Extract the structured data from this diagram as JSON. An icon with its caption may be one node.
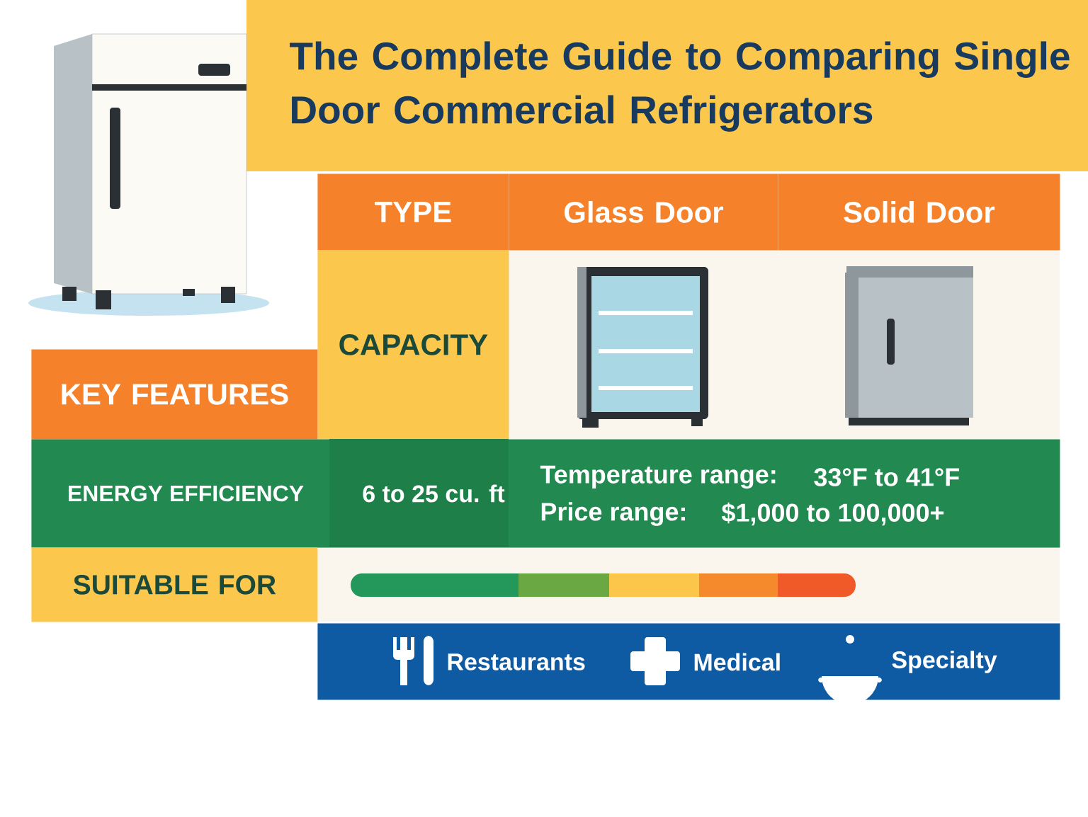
{
  "diagram": {
    "title": "The Complete Guide to Comparing Single Door Commercial Refrigerators",
    "nodes": [
      {
        "text": [
          "TYPE"
        ]
      },
      {
        "text": [
          "Glass Door"
        ]
      },
      {
        "text": [
          "Solid Door"
        ]
      },
      {
        "text": [
          "CAPACITY"
        ]
      },
      {
        "text": [
          "KEY FEATURES"
        ]
      },
      {
        "text": [
          "ENERGY EFFICIENCY",
          "6 to 25 cu. ft",
          "Temperature range:",
          "33°F to 41°F",
          "Price range:",
          "$1,000 to 100,000+"
        ]
      },
      {
        "text": [
          "SUITABLE FOR"
        ]
      },
      {
        "text": [
          "Restaurants",
          "Medical",
          "Specialty"
        ]
      }
    ]
  }
}
